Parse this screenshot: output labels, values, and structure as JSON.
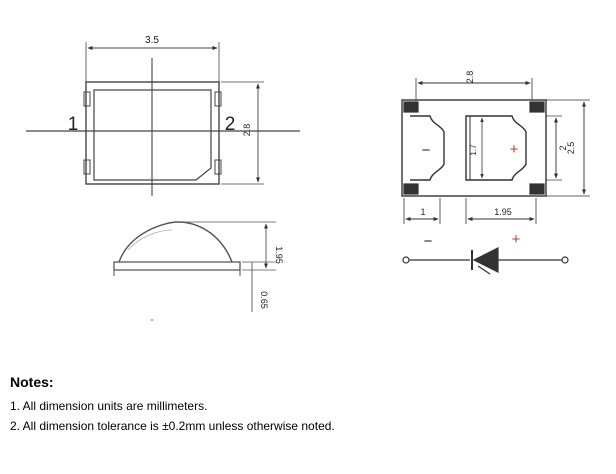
{
  "top_view": {
    "width_dim": "3.5",
    "height_dim": "2.8",
    "pin1_label": "1",
    "pin2_label": "2"
  },
  "side_view": {
    "height_dim": "1.95",
    "base_dim": "0.65"
  },
  "bottom_view": {
    "width_dim": "2.8",
    "outer_height_dim": "2.5",
    "inner_height_dim": "2",
    "pad_height_dim": "1.7",
    "left_pad_dim": "1",
    "right_pad_dim": "1.95",
    "minus_sign": "−",
    "plus_sign": "+"
  },
  "diode_symbol": {
    "minus_sign": "−",
    "plus_sign": "+"
  },
  "notes": {
    "title": "Notes:",
    "items": [
      "1. All dimension units are millimeters.",
      "2. All dimension tolerance is ±0.2mm unless otherwise noted."
    ]
  }
}
